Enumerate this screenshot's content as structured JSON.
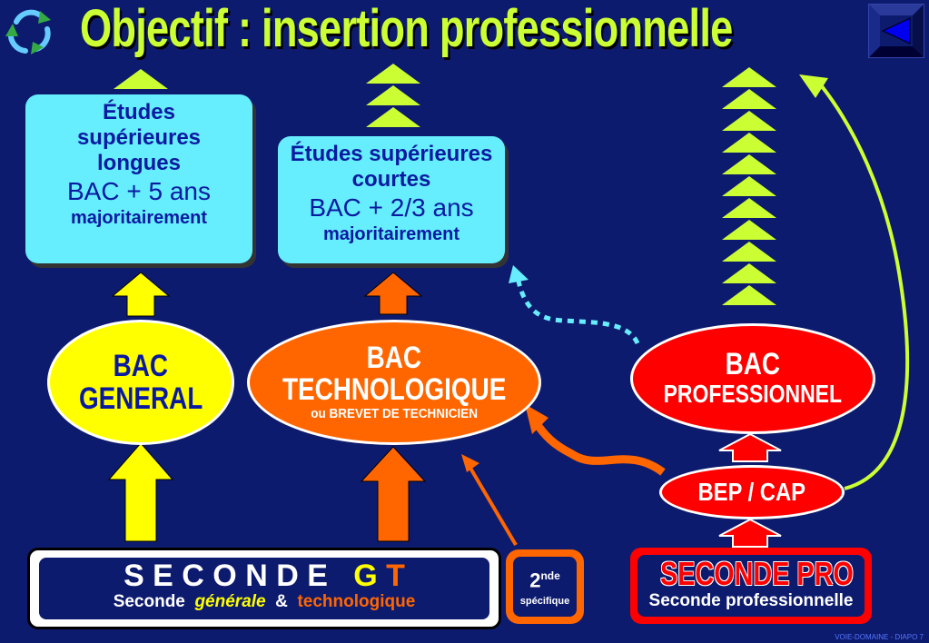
{
  "title": "Objectif : insertion professionnelle",
  "boxes": {
    "longues": {
      "l1": "Études",
      "l2": "supérieures",
      "l3": "longues",
      "duration": "BAC + 5 ans",
      "note": "majoritairement"
    },
    "courtes": {
      "l1": "Études supérieures",
      "l2": "courtes",
      "duration": "BAC + 2/3 ans",
      "note": "majoritairement"
    }
  },
  "bac": {
    "general": {
      "l1": "BAC",
      "l2": "GENERAL"
    },
    "techno": {
      "l1": "BAC",
      "l2": "TECHNOLOGIQUE",
      "l3": "ou BREVET DE TECHNICIEN"
    },
    "pro": {
      "l1": "BAC",
      "l2": "PROFESSIONNEL"
    }
  },
  "bep": "BEP / CAP",
  "seconde_gt": {
    "main": "S E C O N D E",
    "g": "G",
    "t": "T",
    "sub_prefix": "Seconde",
    "sub_gen": "générale",
    "sub_amp": "&",
    "sub_tech": "technologique"
  },
  "specifique": {
    "num": "2",
    "sup": "nde",
    "label": "spécifique"
  },
  "seconde_pro": {
    "main": "SECONDE PRO",
    "sub": "Seconde professionnelle"
  },
  "footer": "VOIE-DOMAINE - DIAPO 7",
  "colors": {
    "background": "#0d1b6e",
    "title": "#ccff33",
    "box": "#66eeff",
    "general": "#ffff00",
    "techno": "#ff6600",
    "pro": "#ff0000"
  }
}
